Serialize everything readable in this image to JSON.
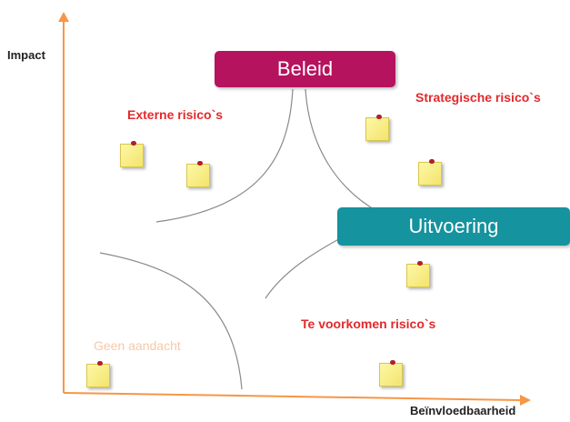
{
  "axes": {
    "y_label": "Impact",
    "x_label": "Beïnvloedbaarheid",
    "axis_color": "#f79646"
  },
  "boxes": {
    "policy": {
      "label": "Beleid",
      "color": "#b6135f"
    },
    "execution": {
      "label": "Uitvoering",
      "color": "#15939e"
    }
  },
  "quadrants": {
    "external": "Externe risico`s",
    "strategic": "Strategische risico`s",
    "preventable": "Te voorkomen risico`s",
    "no_attention": "Geen aandacht"
  },
  "colors": {
    "quadrant_label": "#e4292b",
    "no_attention_label": "#f6c9a8",
    "note": "#f7ef8a",
    "pin": "#b31e2a",
    "curve": "#8a8a8a"
  },
  "icons": [
    "sticky-note-icon",
    "pushpin-icon"
  ]
}
